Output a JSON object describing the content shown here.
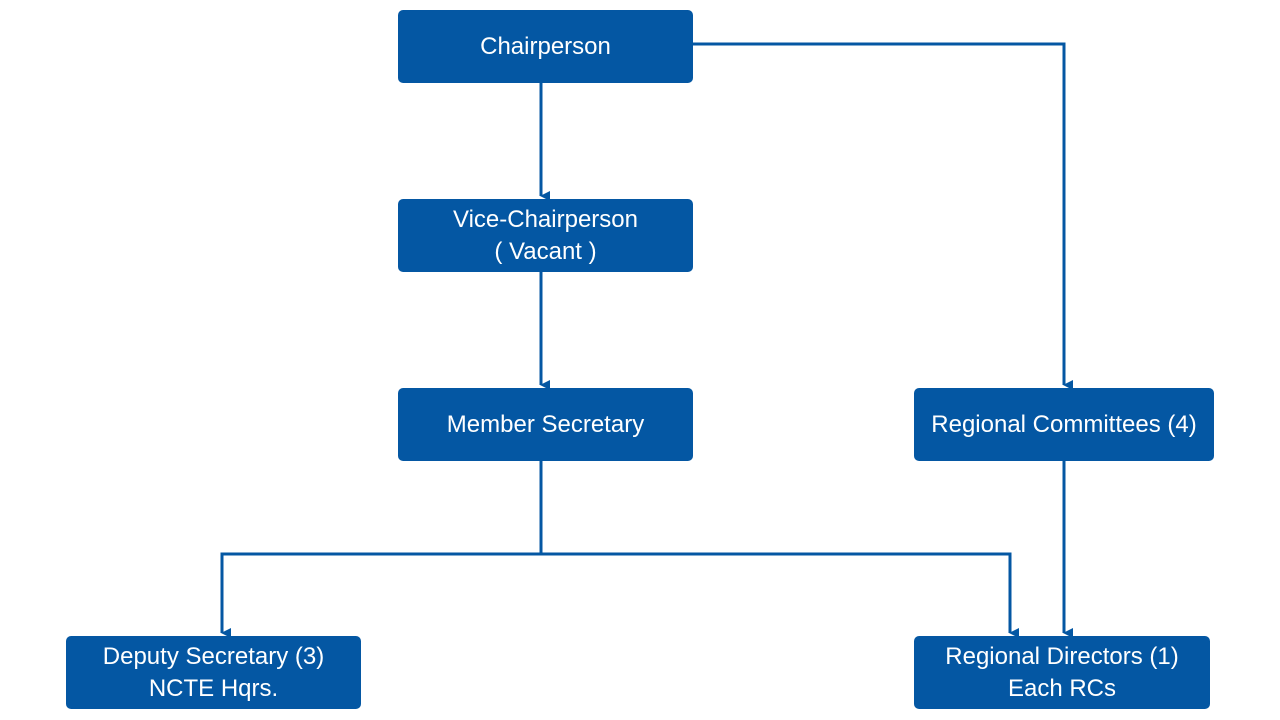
{
  "colors": {
    "box": "#0457A3",
    "line": "#0457A3",
    "text": "#FFFFFF",
    "background": "#FFFFFF"
  },
  "nodes": {
    "chairperson": {
      "line1": "Chairperson"
    },
    "vice_chairperson": {
      "line1": "Vice-Chairperson",
      "line2": "( Vacant )"
    },
    "member_secretary": {
      "line1": "Member Secretary"
    },
    "regional_committees": {
      "line1": "Regional Committees (4)"
    },
    "deputy_secretary": {
      "line1": "Deputy Secretary (3)",
      "line2": "NCTE Hqrs."
    },
    "regional_directors": {
      "line1": "Regional Directors (1)",
      "line2": "Each RCs"
    }
  },
  "edges": [
    {
      "from": "chairperson",
      "to": "vice_chairperson"
    },
    {
      "from": "chairperson",
      "to": "regional_committees"
    },
    {
      "from": "vice_chairperson",
      "to": "member_secretary"
    },
    {
      "from": "member_secretary",
      "to": "deputy_secretary"
    },
    {
      "from": "member_secretary",
      "to": "regional_directors"
    },
    {
      "from": "regional_committees",
      "to": "regional_directors"
    }
  ]
}
